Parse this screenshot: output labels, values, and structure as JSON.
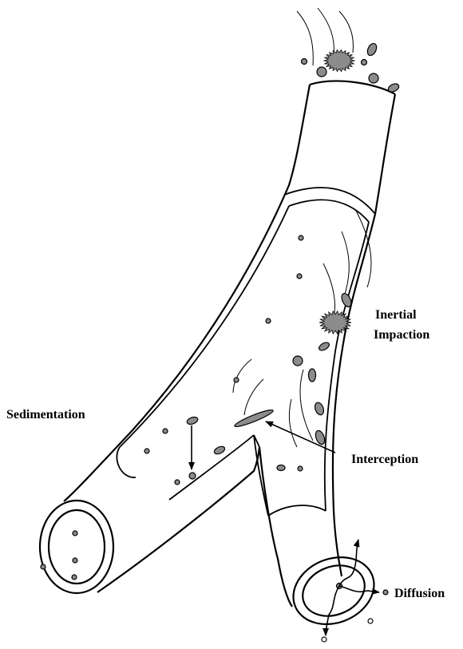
{
  "labels": {
    "inertial_line1": "Inertial",
    "inertial_line2": "Impaction",
    "sedimentation": "Sedimentation",
    "interception": "Interception",
    "diffusion": "Diffusion"
  },
  "colors": {
    "stroke": "#000000",
    "particle_fill": "#8c8c8c",
    "background": "#ffffff"
  },
  "icons": [
    "spiky-particle-icon",
    "particle-icon",
    "arrow-icon"
  ]
}
